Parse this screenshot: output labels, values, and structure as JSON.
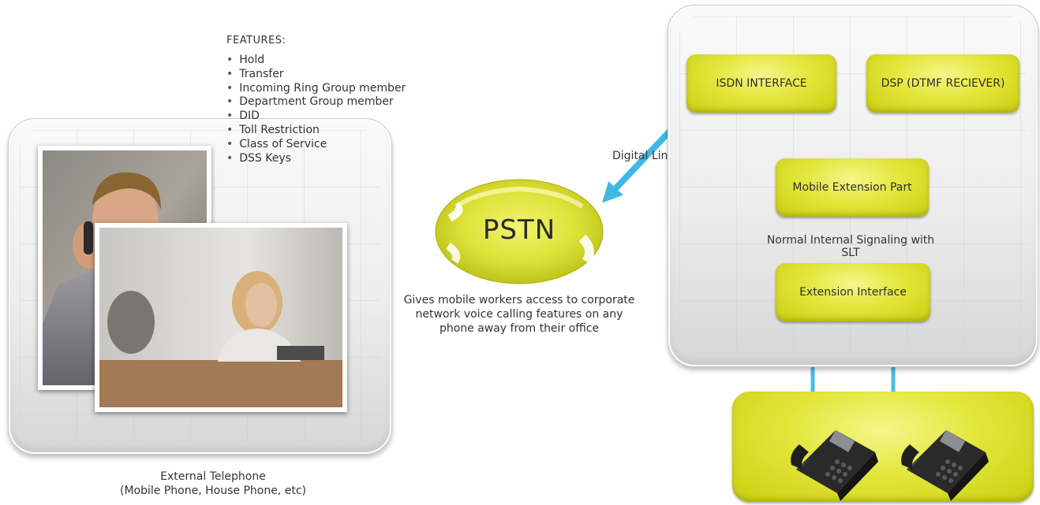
{
  "features": {
    "title": "FEATURES:",
    "items": [
      "Hold",
      "Transfer",
      "Incoming Ring Group member",
      "Department Group member",
      "DID",
      "Toll Restriction",
      "Class of Service",
      "DSS Keys"
    ]
  },
  "pstn": {
    "label": "PSTN"
  },
  "digital_line": {
    "label": "Digital Line"
  },
  "description": {
    "line1": "Gives mobile workers access to corporate",
    "line2": "network voice calling features on any",
    "line3": "phone away from their office"
  },
  "external": {
    "line1": "External Telephone",
    "line2": "(Mobile Phone, House Phone, etc)"
  },
  "pbx": {
    "isdn": "ISDN INTERFACE",
    "dsp": "DSP (DTMF RECIEVER)",
    "mobile_ext": "Mobile Extension Part",
    "signaling": "Normal Internal Signaling with SLT",
    "ext_interface": "Extension Interface"
  },
  "colors": {
    "accent_yellow": "#e3e63a",
    "arrow_blue": "#3fb8e6",
    "panel_grey": "#ededed"
  }
}
